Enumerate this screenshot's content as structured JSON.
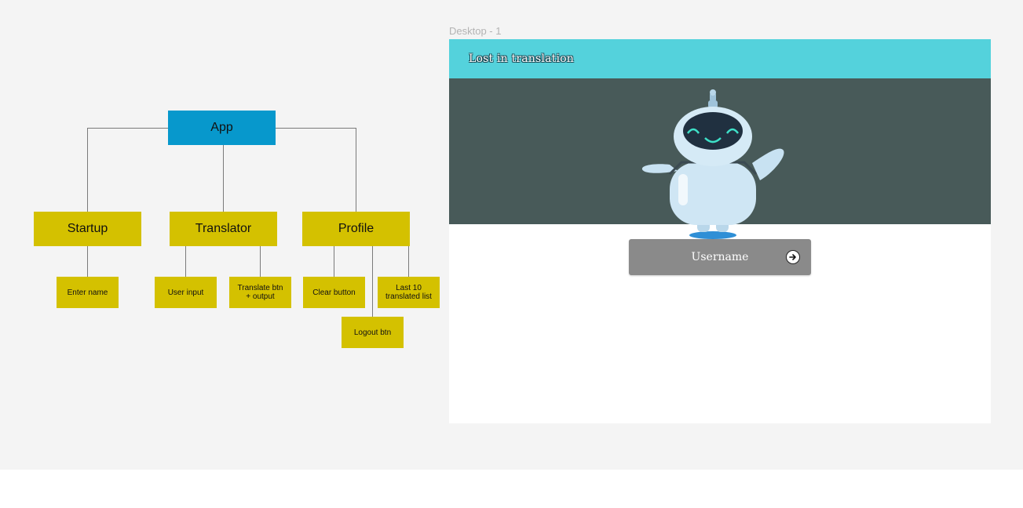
{
  "diagram": {
    "root": {
      "label": "App"
    },
    "children": [
      {
        "label": "Startup",
        "items": [
          "Enter name"
        ]
      },
      {
        "label": "Translator",
        "items": [
          "User input",
          "Translate btn\n+ output"
        ]
      },
      {
        "label": "Profile",
        "items": [
          "Clear button",
          "Last 10\ntranslated list",
          "Logout btn"
        ]
      }
    ]
  },
  "frame": {
    "label": "Desktop - 1",
    "header_title": "Lost in translation",
    "username_placeholder": "Username",
    "submit_icon": "arrow-right-circle-icon",
    "colors": {
      "header": "#54d2dc",
      "hero": "#485a59",
      "input": "#8a8a8a"
    }
  }
}
